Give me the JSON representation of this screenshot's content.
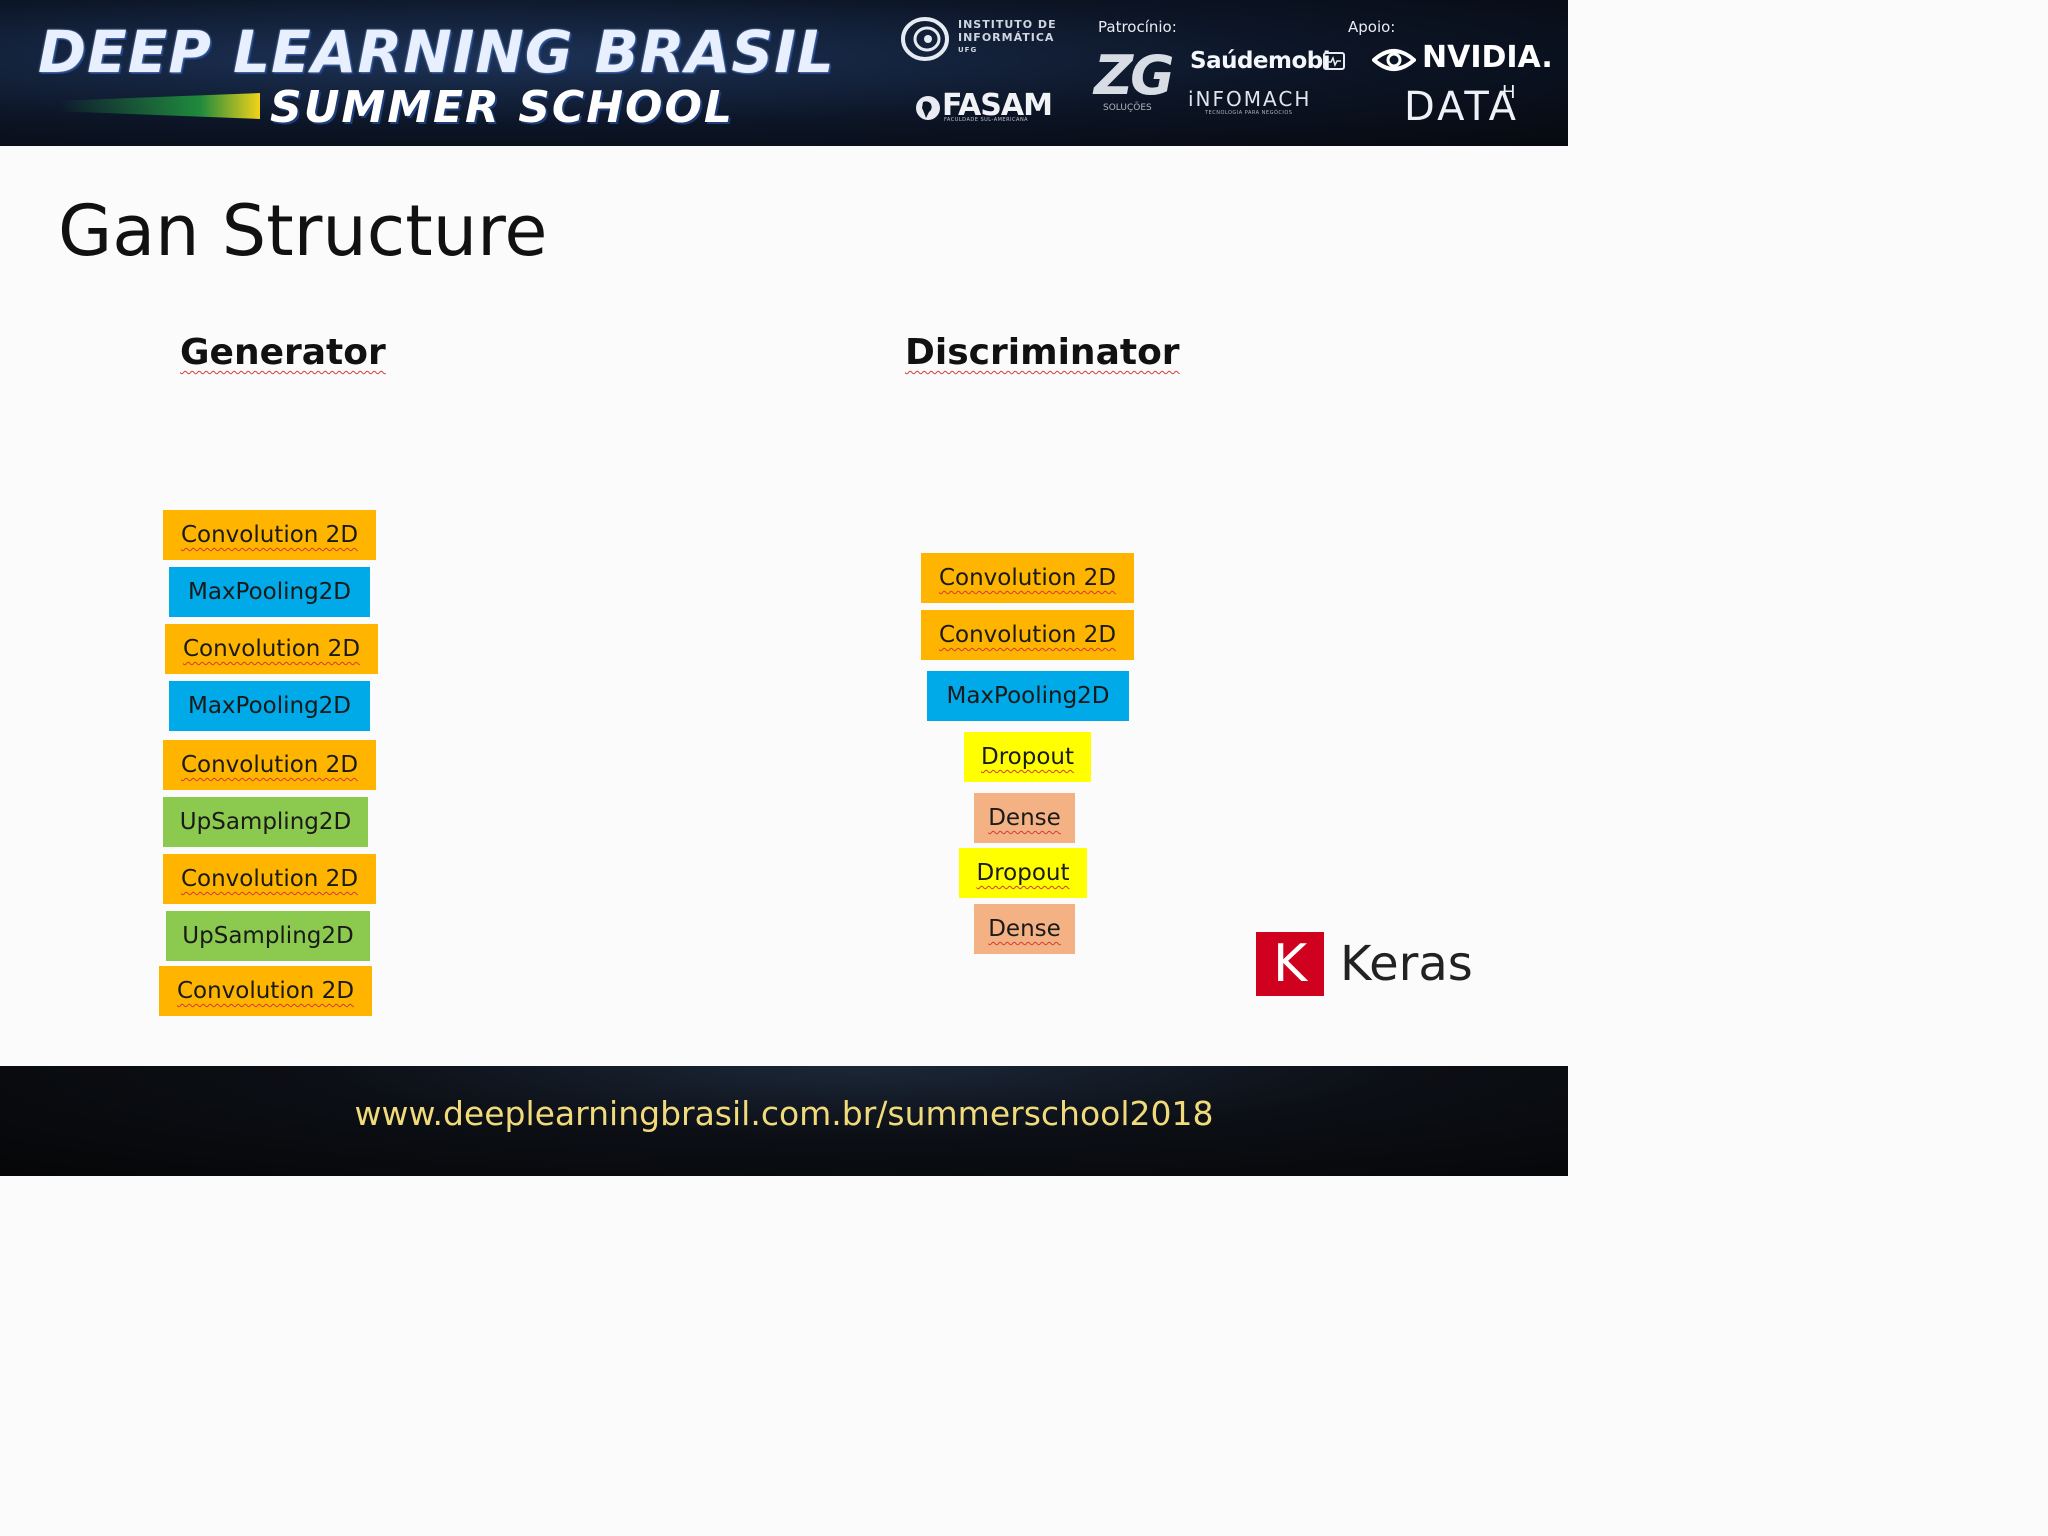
{
  "header": {
    "brand_line1": "DEEP LEARNING BRASIL",
    "brand_line2": "SUMMER SCHOOL",
    "institute_line1": "INSTITUTO DE",
    "institute_line2": "INFORMÁTICA",
    "institute_line3": "UFG",
    "fasam": "FASAM",
    "fasam_sub": "FACULDADE SUL-AMERICANA",
    "sponsor_label": "Patrocínio:",
    "zg": "ZG",
    "zg_sub": "SOLUÇÕES",
    "saudemobi": "Saúdemobi",
    "infomach": "iNFOMACH",
    "infomach_sub": "TECNOLOGIA PARA NEGÓCIOS",
    "support_label": "Apoio:",
    "nvidia": "NVIDIA.",
    "datah": "DATA",
    "datah_sup": "H"
  },
  "slide": {
    "title": "Gan Structure",
    "generator": {
      "heading": "Generator",
      "layers": [
        {
          "label": "Convolution 2D",
          "kind": "conv"
        },
        {
          "label": "MaxPooling2D",
          "kind": "pool"
        },
        {
          "label": "Convolution 2D",
          "kind": "conv"
        },
        {
          "label": "MaxPooling2D",
          "kind": "pool"
        },
        {
          "label": "Convolution 2D",
          "kind": "conv"
        },
        {
          "label": "UpSampling2D",
          "kind": "up"
        },
        {
          "label": "Convolution 2D",
          "kind": "conv"
        },
        {
          "label": "UpSampling2D",
          "kind": "up"
        },
        {
          "label": "Convolution 2D",
          "kind": "conv"
        }
      ]
    },
    "discriminator": {
      "heading": "Discriminator",
      "layers": [
        {
          "label": "Convolution 2D",
          "kind": "conv"
        },
        {
          "label": "Convolution 2D",
          "kind": "conv"
        },
        {
          "label": "MaxPooling2D",
          "kind": "pool"
        },
        {
          "label": "Dropout",
          "kind": "drop"
        },
        {
          "label": "Dense",
          "kind": "dense"
        },
        {
          "label": "Dropout",
          "kind": "drop"
        },
        {
          "label": "Dense",
          "kind": "dense"
        }
      ]
    },
    "keras_letter": "K",
    "keras_name": "Keras"
  },
  "colors": {
    "conv": "#ffb400",
    "pool": "#00a9e8",
    "up": "#8bc94f",
    "drop": "#ffff00",
    "dense": "#f4b184",
    "keras_red": "#d0001f",
    "footer_text": "#f1da7a"
  },
  "footer": {
    "url": "www.deeplearningbrasil.com.br/summerschool2018"
  }
}
